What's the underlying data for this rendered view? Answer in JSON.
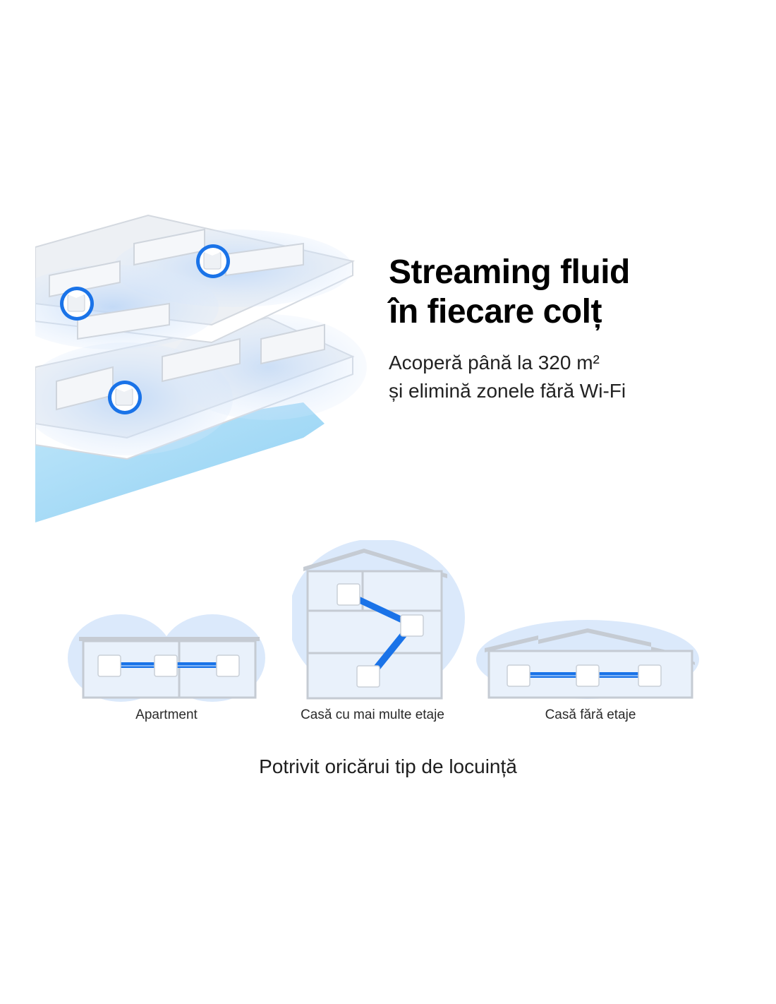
{
  "hero": {
    "headline_line1": "Streaming fluid",
    "headline_line2": "în fiecare colț",
    "subline_line1": "Acoperă până la 320 m²",
    "subline_line2": "și elimină zonele fără Wi-Fi",
    "illustration_icon": "multi-floor-floorplan-with-mesh-units"
  },
  "home_types": [
    {
      "label": "Apartment",
      "icon": "apartment-mesh-icon"
    },
    {
      "label": "Casă cu mai multe etaje",
      "icon": "multi-storey-house-mesh-icon"
    },
    {
      "label": "Casă fără etaje",
      "icon": "single-storey-house-mesh-icon"
    }
  ],
  "footer": {
    "text": "Potrivit oricărui tip de locuință"
  },
  "colors": {
    "accent_blue": "#1a73e8",
    "coverage_blue": "#cfe3fb",
    "floor_blue": "#9dd5f5",
    "wall_gray": "#d9dde3"
  }
}
